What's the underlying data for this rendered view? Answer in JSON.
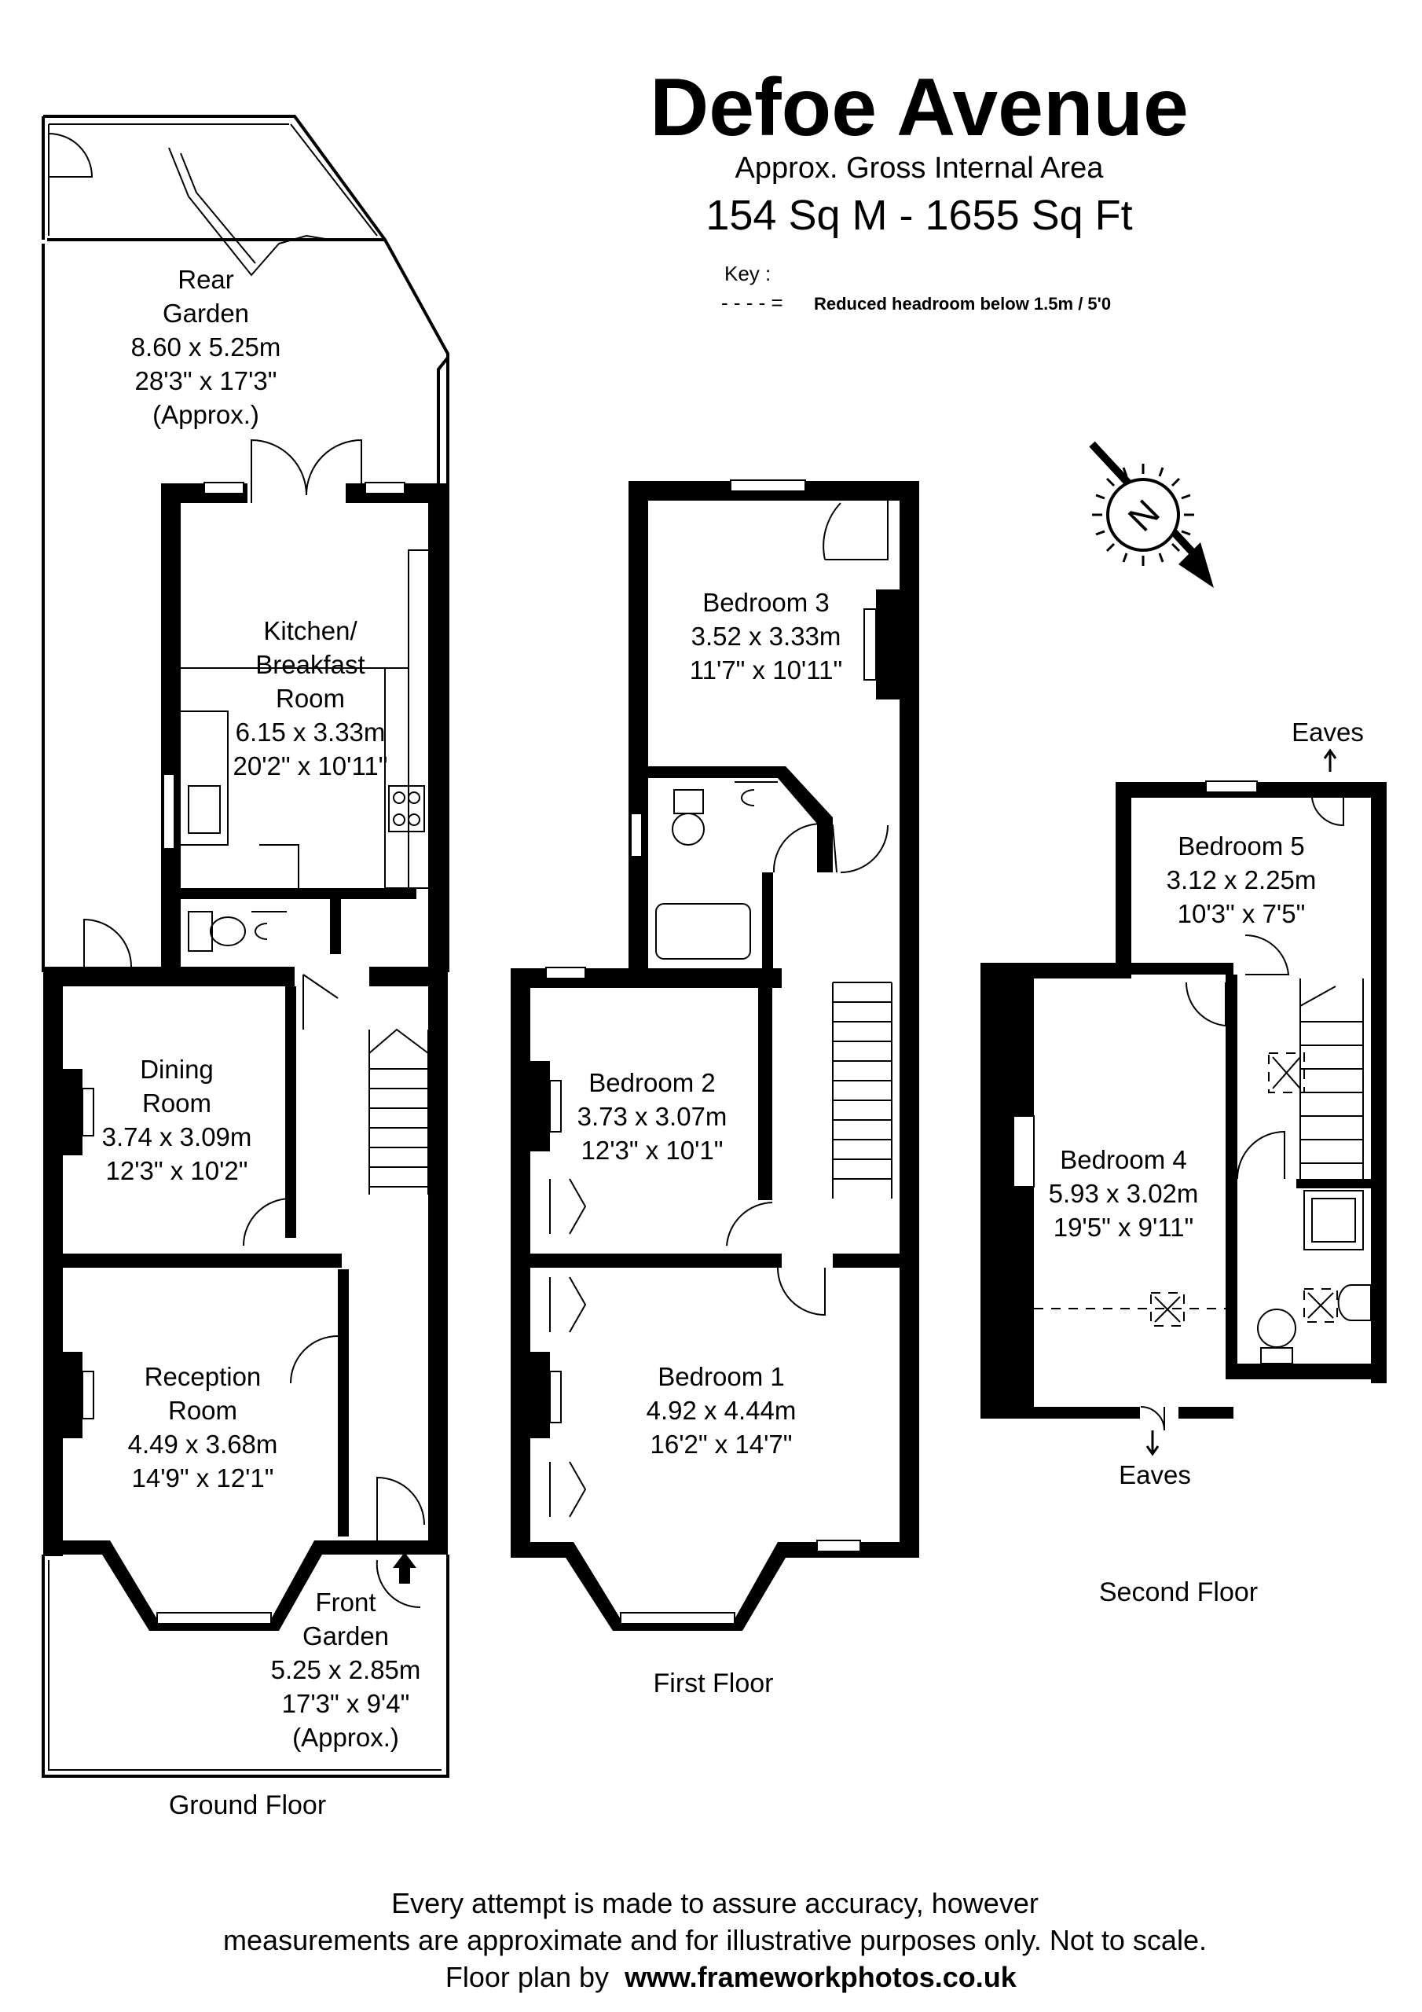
{
  "header": {
    "title": "Defoe Avenue",
    "subtitle": "Approx. Gross Internal Area",
    "area": "154 Sq M  -  1655 Sq Ft"
  },
  "key": {
    "label": "Key :",
    "symbol": "- - - - =",
    "text": "Reduced  headroom below 1.5m / 5'0"
  },
  "compass": {
    "label": "N"
  },
  "floors": {
    "ground": "Ground Floor",
    "first": "First Floor",
    "second": "Second Floor"
  },
  "rooms": {
    "rear_garden": [
      "Rear",
      "Garden",
      "8.60 x 5.25m",
      "28'3\" x 17'3\"",
      "(Approx.)"
    ],
    "kitchen": [
      "Kitchen/",
      "Breakfast",
      "Room",
      "6.15 x 3.33m",
      "20'2\" x 10'11\""
    ],
    "dining": [
      "Dining",
      "Room",
      "3.74 x 3.09m",
      "12'3\" x 10'2\""
    ],
    "reception": [
      "Reception",
      "Room",
      "4.49 x 3.68m",
      "14'9\" x 12'1\""
    ],
    "front_garden": [
      "Front",
      "Garden",
      "5.25 x 2.85m",
      "17'3\" x 9'4\"",
      "(Approx.)"
    ],
    "bedroom3": [
      "Bedroom 3",
      "3.52 x 3.33m",
      "11'7\" x 10'11\""
    ],
    "bedroom2": [
      "Bedroom 2",
      "3.73 x 3.07m",
      "12'3\" x 10'1\""
    ],
    "bedroom1": [
      "Bedroom 1",
      "4.92 x 4.44m",
      "16'2\" x 14'7\""
    ],
    "bedroom5": [
      "Bedroom 5",
      "3.12 x 2.25m",
      "10'3\" x 7'5\""
    ],
    "bedroom4": [
      "Bedroom 4",
      "5.93 x 3.02m",
      "19'5\" x 9'11\""
    ]
  },
  "eaves": {
    "top": "Eaves",
    "bottom": "Eaves"
  },
  "footer": {
    "line1": "Every attempt is made to assure accuracy, however",
    "line2": "measurements are approximate and for illustrative purposes only. Not to scale.",
    "line3_prefix": "Floor plan by",
    "line3_link": "www.frameworkphotos.co.uk"
  }
}
